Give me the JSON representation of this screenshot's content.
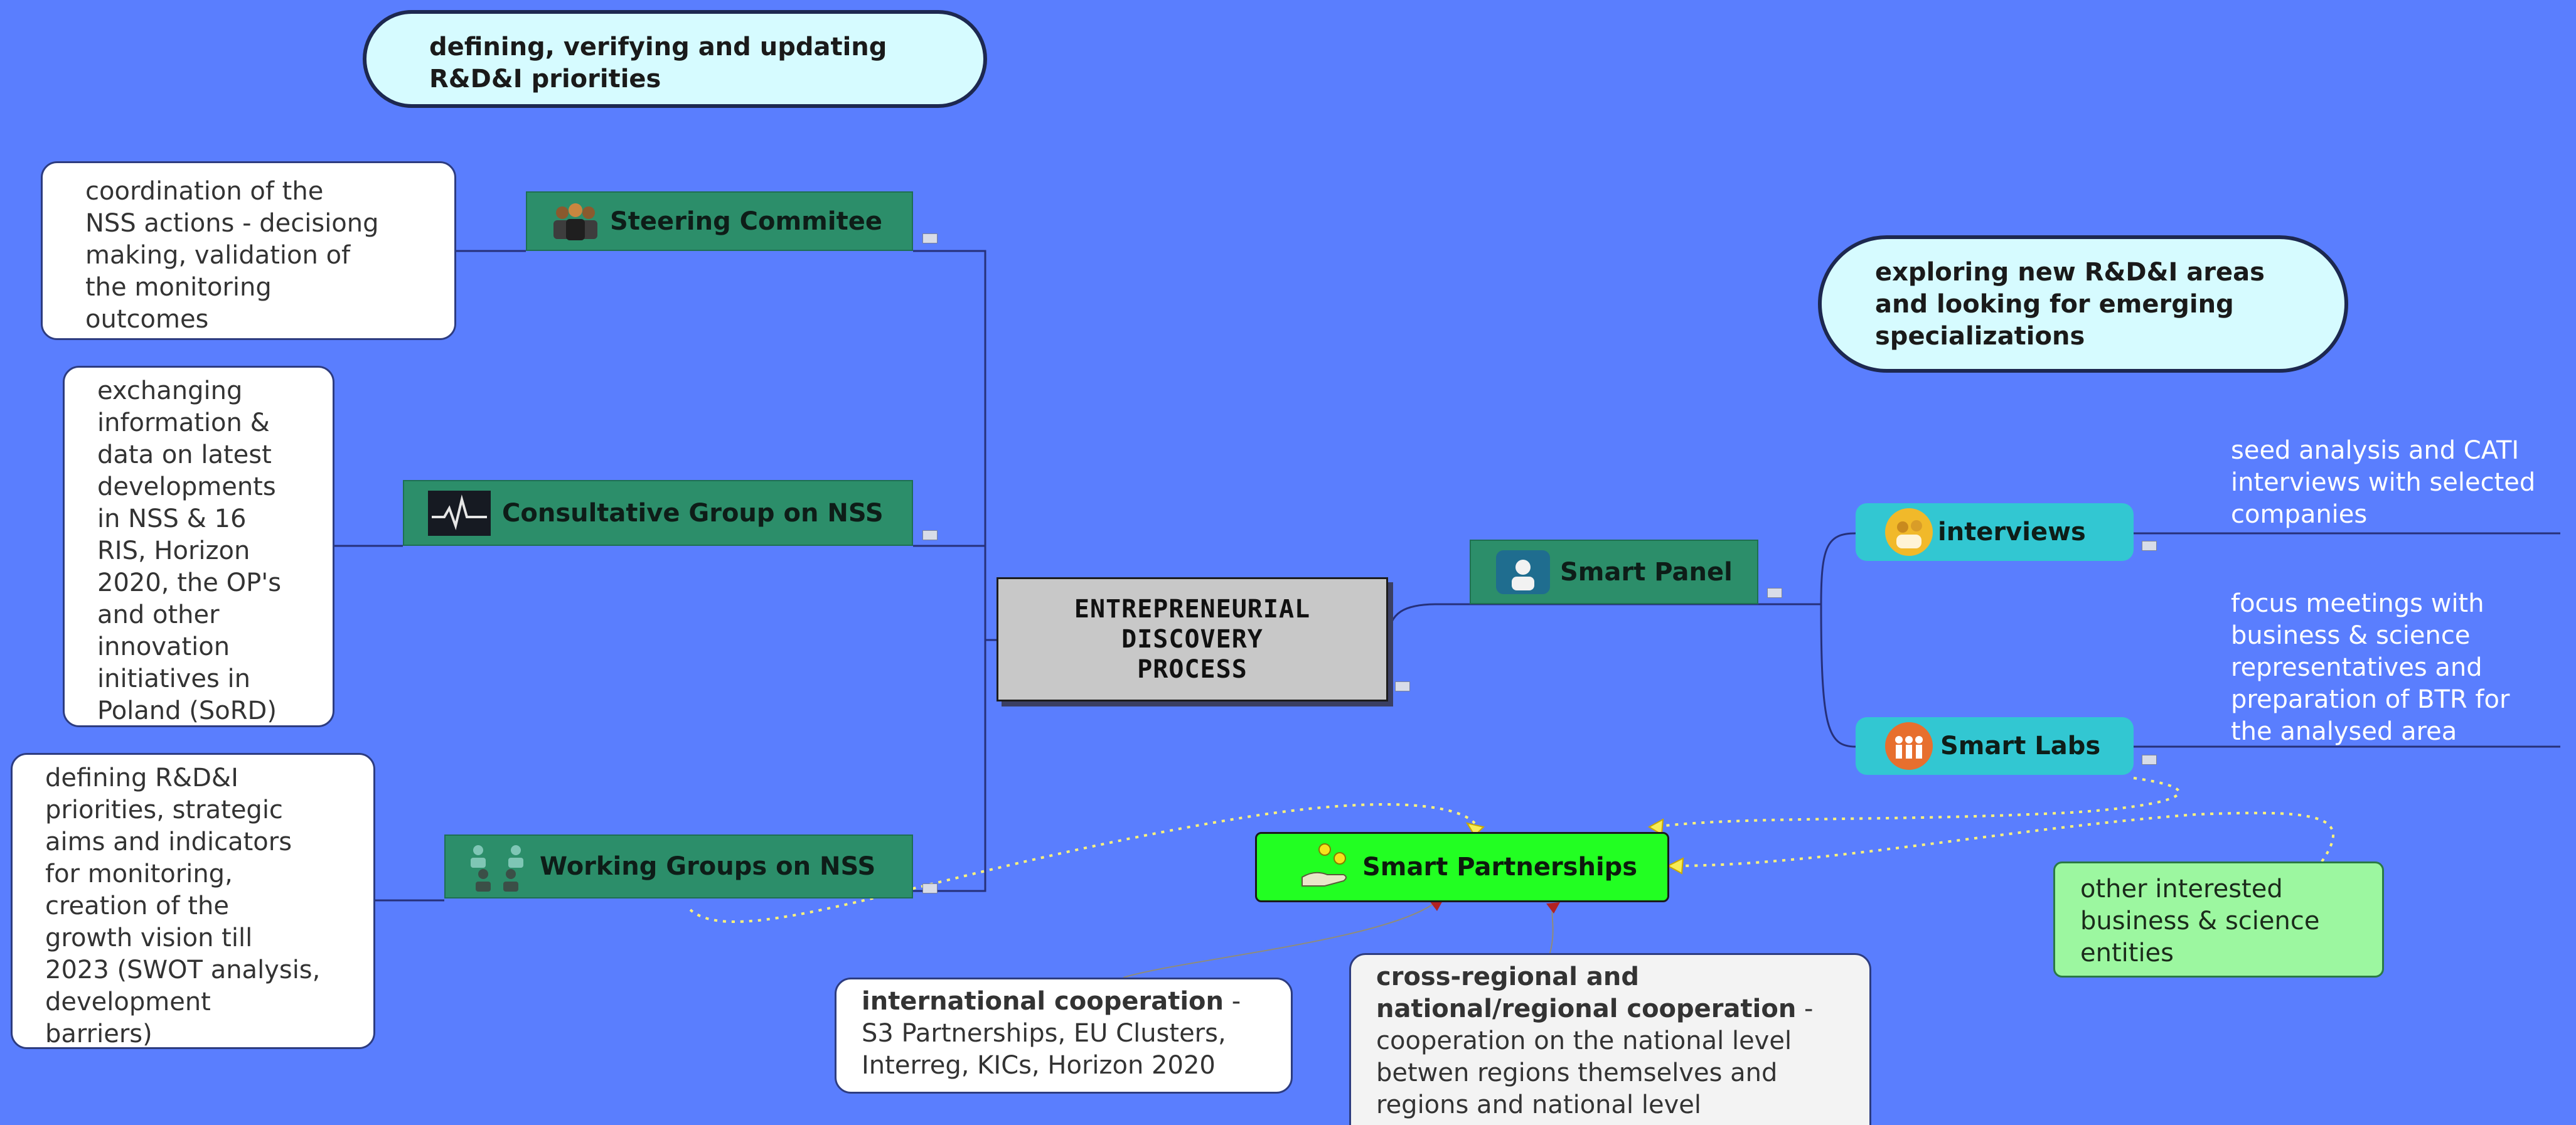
{
  "central": {
    "lines": [
      "ENTREPRENEURIAL",
      "DISCOVERY",
      "PROCESS"
    ]
  },
  "callouts": {
    "top": [
      "defining, verifying and updating",
      "R&D&I priorities"
    ],
    "right": [
      "exploring new R&D&I areas",
      "and looking for emerging",
      "specializations"
    ]
  },
  "left_branches": [
    {
      "label": "Steering Commitee",
      "icon": "people-group-icon",
      "note": [
        "coordination of the",
        "NSS actions - decisiong",
        "making, validation of",
        "the monitoring",
        "outcomes"
      ]
    },
    {
      "label": "Consultative Group on NSS",
      "icon": "chart-pulse-icon",
      "note": [
        "exchanging",
        "information &",
        "data on latest",
        "developments",
        "in NSS & 16",
        "RIS, Horizon",
        "2020, the OP's",
        "and other",
        "innovation",
        "initiatives in",
        "Poland (SoRD)"
      ]
    },
    {
      "label": "Working Groups on NSS",
      "icon": "team-icon",
      "note": [
        "defining R&D&I",
        "priorities,  strategic",
        "aims and indicators",
        "for monitoring,",
        "creation of the",
        "growth vision till",
        "2023 (SWOT analysis,",
        "development",
        "barriers)"
      ]
    }
  ],
  "smart_panel": {
    "label": "Smart Panel",
    "icon": "panel-icon",
    "children": [
      {
        "label": "interviews",
        "icon": "interviews-icon",
        "description": [
          "seed analysis and  CATI",
          "interviews with selected",
          "companies"
        ]
      },
      {
        "label": "Smart Labs",
        "icon": "labs-icon",
        "description": [
          "focus meetings with",
          "business & science",
          "representatives and",
          "preparation of BTR for",
          "the analysed area"
        ]
      }
    ]
  },
  "smart_partnerships": {
    "label": "Smart Partnerships",
    "icon": "handshake-coins-icon"
  },
  "partnership_notes": {
    "international": {
      "title": "international cooperation",
      "rest_first": " -",
      "lines": [
        "S3 Partnerships, EU Clusters,",
        "Interreg, KICs, Horizon 2020"
      ]
    },
    "cross_regional": {
      "title_lines": [
        "cross-regional and",
        "national/regional cooperation"
      ],
      "title_suffix": " -",
      "lines": [
        "cooperation on the national level",
        "betwen regions themselves and",
        "regions and national level"
      ]
    },
    "other": {
      "lines": [
        "other interested",
        "business & science",
        "entities"
      ]
    }
  }
}
